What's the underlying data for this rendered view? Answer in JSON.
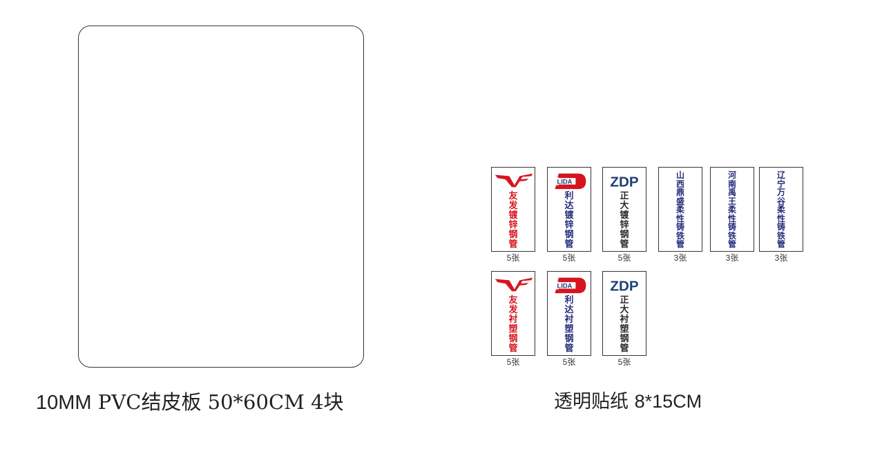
{
  "left": {
    "caption_num": "10MM",
    "caption_text": "PVC结皮板 50*60CM 4块"
  },
  "right": {
    "caption_text": "透明贴纸",
    "caption_num": "8*15CM"
  },
  "cards": [
    {
      "logo": "youfa",
      "logo_text": "",
      "text": "友发镀锌钢管",
      "qty": "5张",
      "color": "#d7141e"
    },
    {
      "logo": "lida",
      "logo_text": "LIDA",
      "text": "利达镀锌钢管",
      "qty": "5张",
      "color": "#262d7a"
    },
    {
      "logo": "zdp",
      "logo_text": "ZDP",
      "text": "正大镀锌钢管",
      "qty": "5张",
      "color": "#2a2a2a"
    },
    {
      "logo": "",
      "logo_text": "",
      "text": "山西鼎盛柔性铸铁管",
      "qty": "3张",
      "color": "#262d7a"
    },
    {
      "logo": "",
      "logo_text": "",
      "text": "河南禹王柔性铸铁管",
      "qty": "3张",
      "color": "#262d7a"
    },
    {
      "logo": "",
      "logo_text": "",
      "text": "辽宁万谷柔性铸铁管",
      "qty": "3张",
      "color": "#262d7a"
    },
    {
      "logo": "youfa",
      "logo_text": "",
      "text": "友发衬塑钢管",
      "qty": "5张",
      "color": "#d7141e"
    },
    {
      "logo": "lida",
      "logo_text": "LIDA",
      "text": "利达衬塑钢管",
      "qty": "5张",
      "color": "#262d7a"
    },
    {
      "logo": "zdp",
      "logo_text": "ZDP",
      "text": "正大衬塑钢管",
      "qty": "5张",
      "color": "#2a2a2a"
    }
  ],
  "colors": {
    "red": "#d7141e",
    "navy": "#1f3f73",
    "blue": "#262d7a"
  }
}
